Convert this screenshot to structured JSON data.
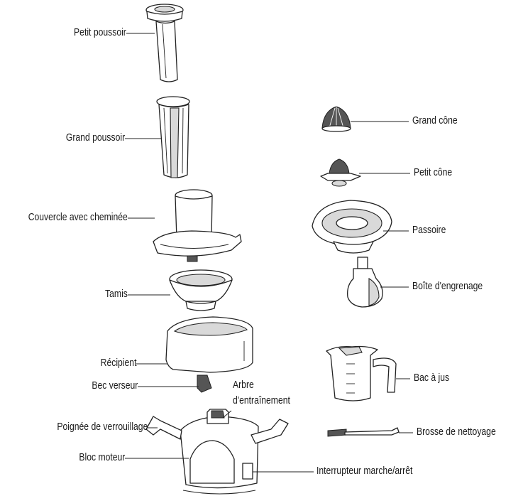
{
  "labels": {
    "petit_poussoir": "Petit poussoir",
    "grand_poussoir": "Grand poussoir",
    "couvercle": "Couvercle avec cheminée",
    "tamis": "Tamis",
    "recipient": "Récipient",
    "bec_verseur": "Bec verseur",
    "arbre_line1": "Arbre",
    "arbre_line2": "d'entraînement",
    "poignee": "Poignée de verrouillage",
    "bloc_moteur": "Bloc moteur",
    "grand_cone": "Grand cône",
    "petit_cone": "Petit cône",
    "passoire": "Passoire",
    "boite_engrenage": "Boîte d'engrenage",
    "bac_jus": "Bac à jus",
    "brosse": "Brosse de nettoyage",
    "interrupteur": "Interrupteur marche/arrêt"
  }
}
